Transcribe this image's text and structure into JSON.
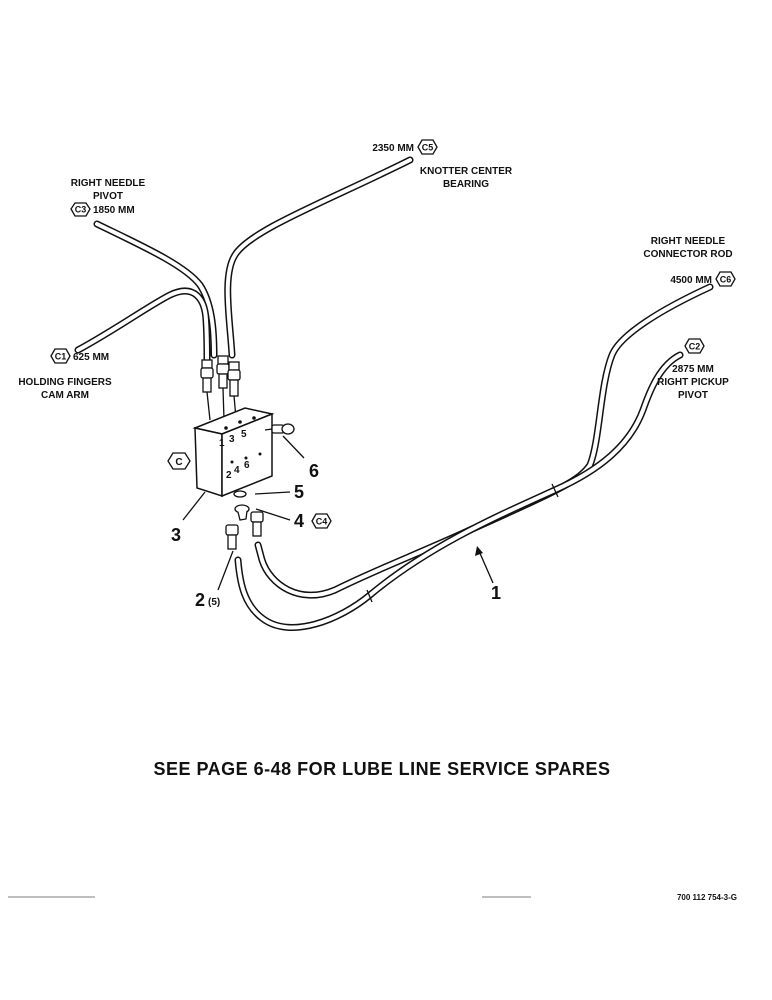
{
  "labels": {
    "right_needle_pivot_1": "RIGHT NEEDLE",
    "right_needle_pivot_2": "PIVOT",
    "c3_length": "1850 MM",
    "c5_length": "2350 MM",
    "knotter_center_1": "KNOTTER CENTER",
    "knotter_center_2": "BEARING",
    "right_needle_conn_1": "RIGHT NEEDLE",
    "right_needle_conn_2": "CONNECTOR ROD",
    "c6_length": "4500 MM",
    "c2_length": "2875 MM",
    "right_pickup_1": "RIGHT PICKUP",
    "right_pickup_2": "PIVOT",
    "c1_length": "625 MM",
    "holding_fingers_1": "HOLDING FINGERS",
    "holding_fingers_2": "CAM ARM"
  },
  "codes": {
    "c1": "C1",
    "c2": "C2",
    "c3": "C3",
    "c4": "C4",
    "c5": "C5",
    "c6": "C6",
    "c": "C"
  },
  "block_ports": {
    "top_1": "1",
    "top_3": "3",
    "top_5": "5",
    "front_2": "2",
    "front_4": "4",
    "front_6": "6"
  },
  "callouts": {
    "n1": "1",
    "n2": "2",
    "n2_qty": "(5)",
    "n3": "3",
    "n4": "4",
    "n5": "5",
    "n6": "6"
  },
  "note": "SEE PAGE 6-48 FOR LUBE LINE SERVICE SPARES",
  "figure_number": "700 112 754-3-G"
}
